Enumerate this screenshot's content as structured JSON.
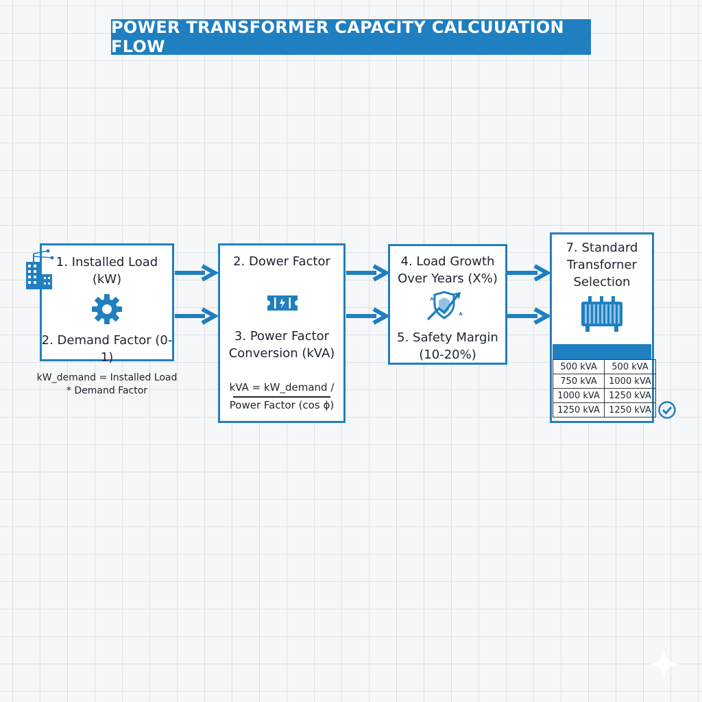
{
  "title": "POWER TRANSFORMER CAPACITY CALCUUATION FLOW",
  "step1": {
    "label_line1": "1. Installed Load",
    "label_line2": "(kW)",
    "label_demand": "2. Demand Factor (0-1)"
  },
  "formula1": {
    "line1": "kW_demand = Installed Load",
    "line2": "* Demand Factor"
  },
  "step2": {
    "label": "2. Dower Factor",
    "conversion_line1": "3. Power Factor",
    "conversion_line2": "Conversion (kVA)",
    "formula_numerator": "kVA = kW_demand /",
    "formula_denominator": "Power Factor (cos ϕ)"
  },
  "step4": {
    "growth_line1": "4. Load Growth",
    "growth_line2": "Over Years (X%)",
    "margin_line1": "5. Safety Margin",
    "margin_line2": "(10-20%)"
  },
  "step7": {
    "line1": "7. Standard",
    "line2": "Transforner",
    "line3": "Selection"
  },
  "ratings_table": [
    [
      "500 kVA",
      "500 kVA"
    ],
    [
      "750 kVA",
      "1000 kVA"
    ],
    [
      "1000 kVA",
      "1250 kVA"
    ],
    [
      "1250 kVA",
      "1250 kVA"
    ]
  ],
  "icons": [
    "building-icon",
    "gear-icon",
    "power-factor-icon",
    "shield-growth-icon",
    "transformer-icon",
    "check-icon",
    "sparkle-icon"
  ],
  "colors": {
    "accent": "#1f7fc0",
    "background": "#f6f7f8",
    "text": "#1c2430"
  }
}
